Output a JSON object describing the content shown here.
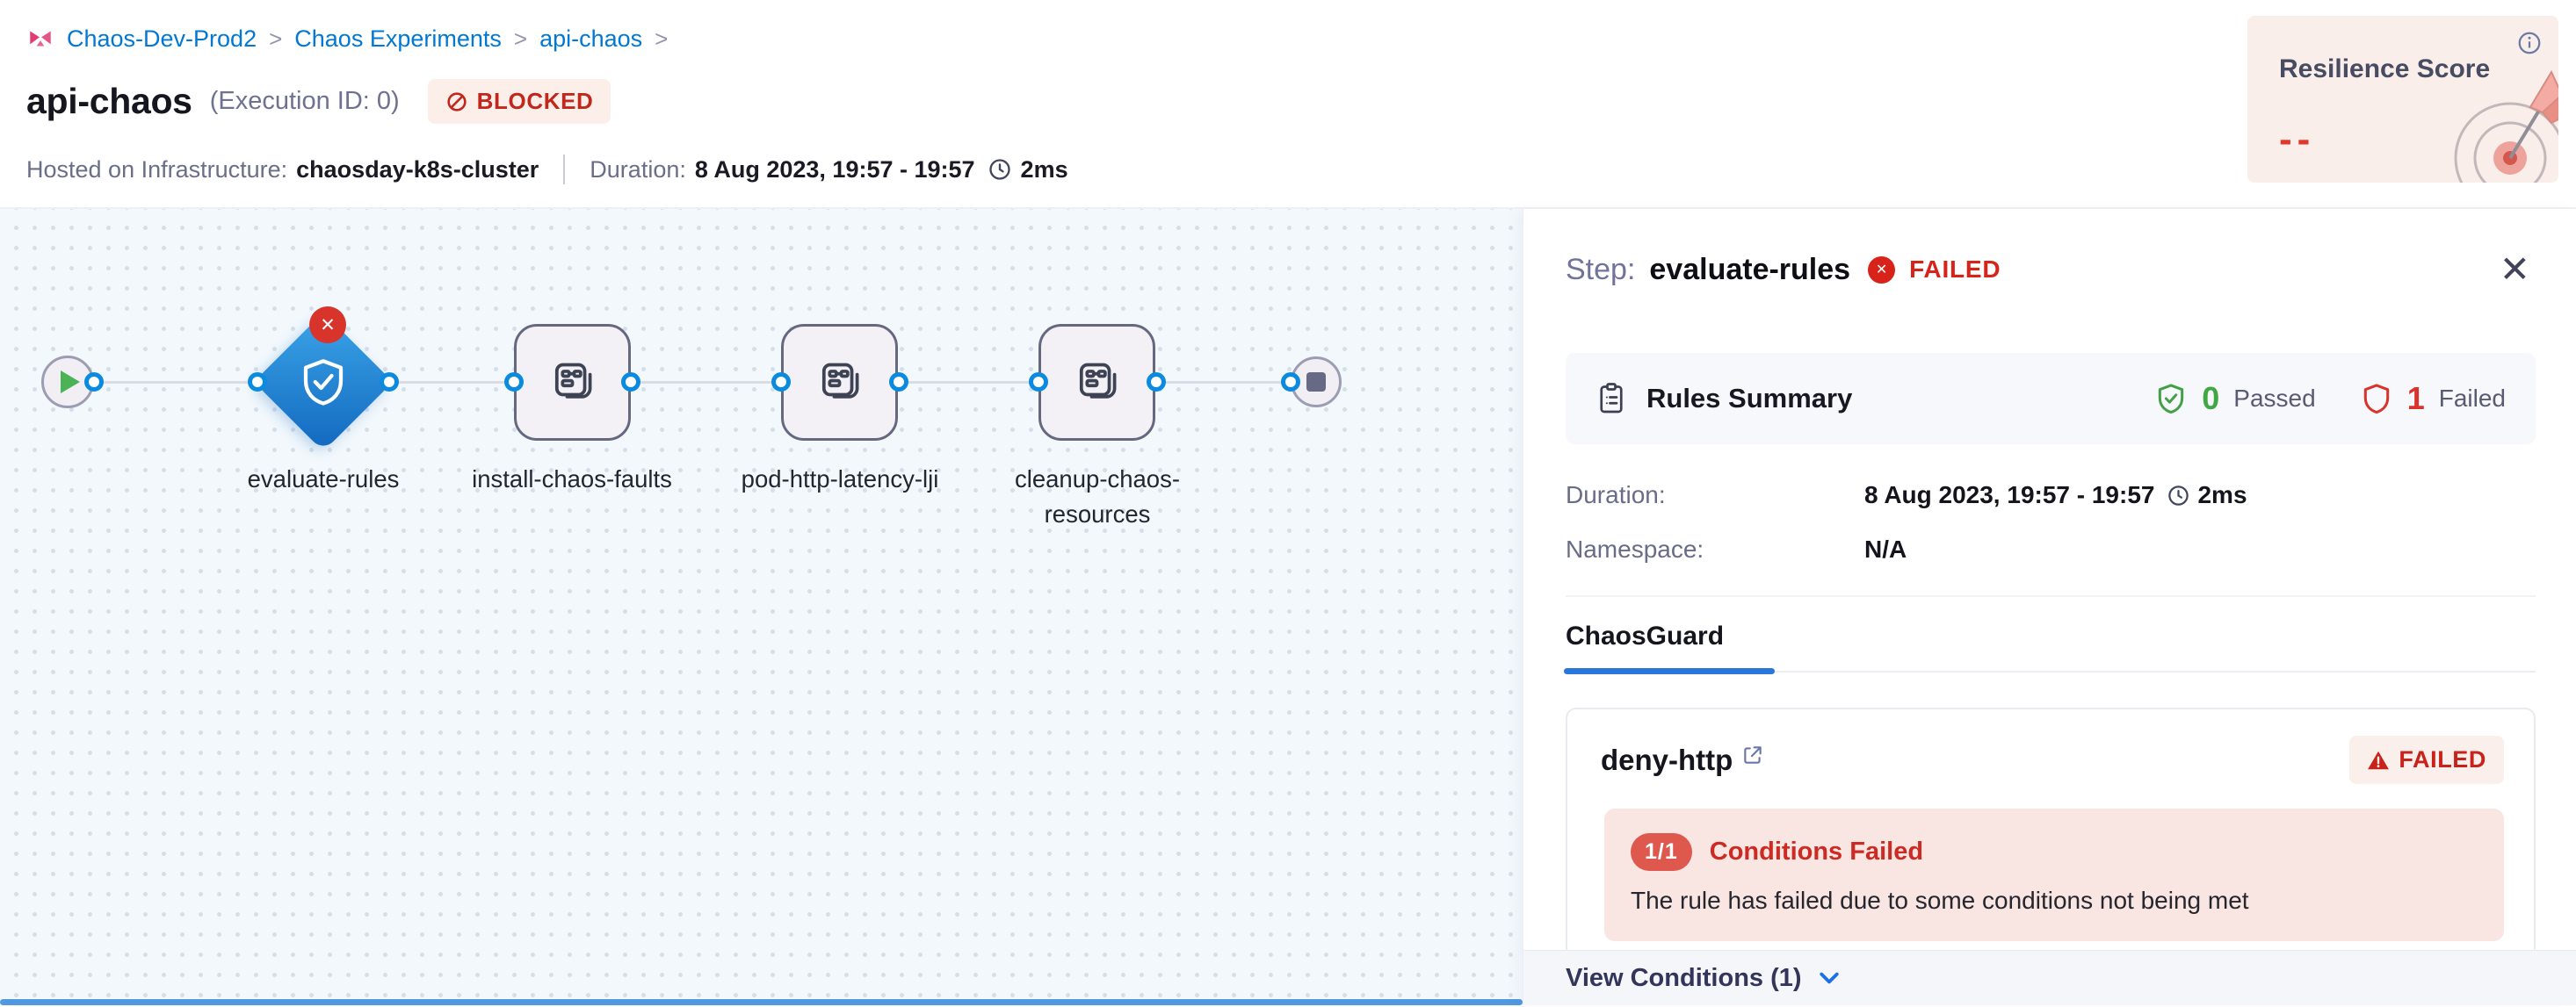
{
  "header": {
    "breadcrumb": {
      "items": [
        "Chaos-Dev-Prod2",
        "Chaos Experiments",
        "api-chaos"
      ],
      "separator": ">"
    },
    "title": "api-chaos",
    "execution_id": "(Execution ID: 0)",
    "status": "BLOCKED",
    "infra_label": "Hosted on Infrastructure:",
    "infra_value": "chaosday-k8s-cluster",
    "duration_label": "Duration:",
    "duration_value": "8 Aug 2023, 19:57 - 19:57",
    "elapsed": "2ms",
    "resilience": {
      "title": "Resilience Score",
      "value": "--"
    }
  },
  "canvas": {
    "nodes": [
      {
        "label": "evaluate-rules"
      },
      {
        "label": "install-chaos-faults"
      },
      {
        "label": "pod-http-latency-lji"
      },
      {
        "label": "cleanup-chaos-resources"
      }
    ]
  },
  "panel": {
    "step_label": "Step:",
    "step_name": "evaluate-rules",
    "status": "FAILED",
    "rules_summary": {
      "title": "Rules Summary",
      "passed_count": "0",
      "passed_label": "Passed",
      "failed_count": "1",
      "failed_label": "Failed"
    },
    "duration_label": "Duration:",
    "duration_value": "8 Aug 2023, 19:57 - 19:57",
    "elapsed": "2ms",
    "namespace_label": "Namespace:",
    "namespace_value": "N/A",
    "tab": "ChaosGuard",
    "rule": {
      "name": "deny-http",
      "status": "FAILED",
      "conditions_ratio": "1/1",
      "conditions_title": "Conditions Failed",
      "conditions_message": "The rule has failed due to some conditions not being met"
    },
    "view_conditions": "View Conditions (1)"
  },
  "colors": {
    "brand_blue": "#0278D5",
    "error_red": "#DA291D",
    "success_green": "#42AB45",
    "node_blue_gradient_start": "#3BA5E8",
    "node_blue_gradient_end": "#1268BF",
    "chaos_logo_pink": "#DE3D75",
    "canvas_background": "#F2F8FC"
  }
}
